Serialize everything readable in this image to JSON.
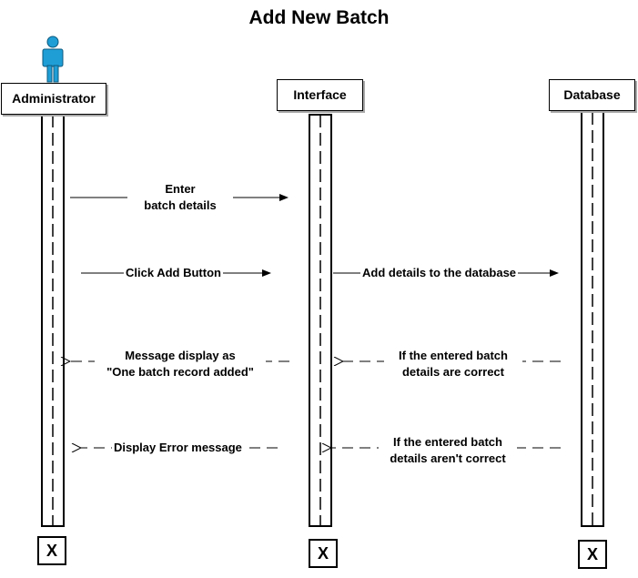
{
  "title": "Add New Batch",
  "lifelines": {
    "administrator": "Administrator",
    "interface": "Interface",
    "database": "Database"
  },
  "destroy_marker": "X",
  "messages": {
    "m1_line1": "Enter",
    "m1_line2": "batch details",
    "m2": "Click Add Button",
    "m3": "Add details to the database",
    "m4_line1": "If the entered batch",
    "m4_line2": "details are correct",
    "m5_line1": "Message display as",
    "m5_line2": "\"One batch record added\"",
    "m6_line1": "If the entered batch",
    "m6_line2": "details aren't correct",
    "m7": "Display Error message"
  },
  "colors": {
    "actor": "#1f9ed6",
    "line": "#000000"
  }
}
